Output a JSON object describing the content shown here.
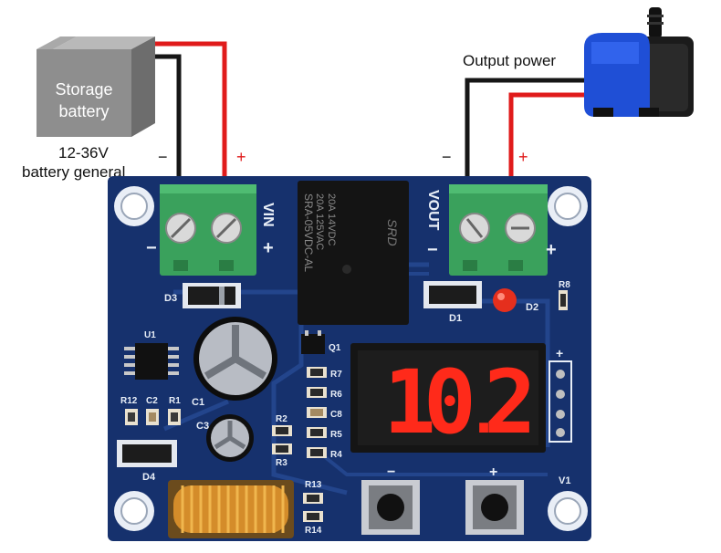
{
  "labels": {
    "battery_line1": "Storage",
    "battery_line2": "battery",
    "voltage_line1": "12-36V",
    "voltage_line2": "battery general",
    "output": "Output power",
    "wire_minus": "−",
    "wire_plus": "+"
  },
  "board": {
    "vin": "VIN",
    "vout": "VOUT",
    "minus": "−",
    "plus": "+",
    "relay_text": [
      "20A 14VDC",
      "20A 125VAC",
      "SRA-05VDC-AL"
    ],
    "relay_brand": "SRD",
    "components": {
      "d1": "D1",
      "d2": "D2",
      "d3": "D3",
      "d4": "D4",
      "r8": "R8",
      "u1": "U1",
      "q1": "Q1",
      "c1": "C1",
      "c2": "C2",
      "c3": "C3",
      "r1": "R1",
      "r2": "R2",
      "r3": "R3",
      "r4": "R4",
      "r5": "R5",
      "r6": "R6",
      "r7": "R7",
      "r12": "R12",
      "r13": "R13",
      "r14": "R14",
      "c8": "C8",
      "v1": "V1"
    },
    "display": {
      "digit1": "1",
      "digit2": "0",
      "dot": ".",
      "digit3": "2"
    }
  },
  "colors": {
    "pcb": "#16316d",
    "pcb_dark": "#0f2556",
    "terminal": "#3aa15c",
    "wire_red": "#e01b1b",
    "wire_black": "#161616",
    "display_red": "#ff2a1a",
    "pump_blue": "#1f4fd6"
  }
}
